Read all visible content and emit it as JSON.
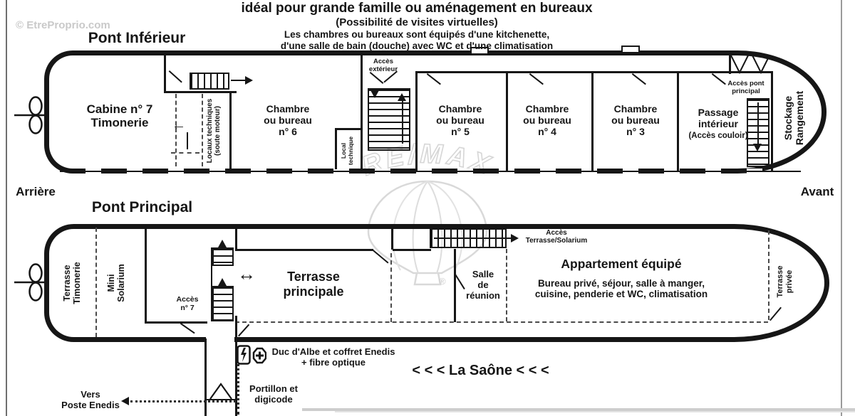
{
  "meta": {
    "source_watermark": "© EtreProprio.com",
    "agency_watermark": "RE/MAX",
    "registered": "®"
  },
  "header": {
    "line1": "idéal pour grande famille ou aménagement en bureaux",
    "line2": "(Possibilité de visites virtuelles)",
    "line3": "Les chambres ou bureaux sont équipés d'une kitchenette,",
    "line4": "d'une salle de bain (douche) avec WC et d'une climatisation"
  },
  "orientation": {
    "rear": "Arrière",
    "front": "Avant"
  },
  "lower_deck": {
    "title": "Pont Inférieur",
    "cabin7": "Cabine n° 7\nTimonerie",
    "technical_rooms": "Locaux techniques\n(soute moteur)",
    "room6": "Chambre\nou bureau\nn° 6",
    "exterior_access": "Accès\nextérieur",
    "technical_local": "Local\ntechnique",
    "room5": "Chambre\nou bureau\nn° 5",
    "room4": "Chambre\nou bureau\nn° 4",
    "room3": "Chambre\nou bureau\nn° 3",
    "passage_main": "Passage\nintérieur",
    "passage_sub": "(Accès couloir)",
    "main_deck_access": "Accès pont\nprincipal",
    "storage": "Stockage\nRangement"
  },
  "main_deck": {
    "title": "Pont Principal",
    "wheelhouse_terrace": "Terrasse\nTimonerie",
    "mini_solarium": "Mini\nSolarium",
    "access7": "Accès\nn° 7",
    "main_terrace": "Terrasse\nprincipale",
    "meeting_room": "Salle\nde\nréunion",
    "terrace_access": "Accès\nTerrasse/Solarium",
    "apartment_title": "Appartement équipé",
    "apartment_desc": "Bureau privé, séjour, salle à manger,\ncuisine, penderie et WC, climatisation",
    "private_terrace": "Terrasse\nprivée"
  },
  "shore": {
    "dolphin": "Duc d'Albe et coffret Enedis\n+ fibre optique",
    "gate": "Portillon et\ndigicode",
    "to_enedis": "Vers\nPoste Enedis",
    "river": "< < < La Saône < < <"
  },
  "icons": {
    "double_arrow": "↔",
    "exit_arrow": "←"
  },
  "colors": {
    "ink": "#161616",
    "watermark_gray": "#c9c9c9",
    "remax_gray": "#d9d9d9",
    "quay_gray": "#cdcdcd"
  }
}
